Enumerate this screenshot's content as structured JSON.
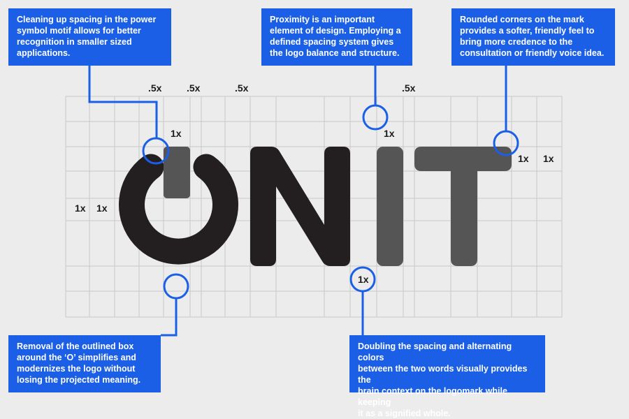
{
  "callouts": {
    "power_symbol": "Cleaning up spacing in the power\nsymbol motif allows for better\nrecognition in smaller sized\napplications.",
    "proximity": "Proximity is an important\nelement of design.  Employing a\ndefined spacing system gives\nthe logo balance and structure.",
    "rounded_corners": "Rounded corners on the mark\nprovides a softer, friendly feel to\nbring more credence to the\nconsultation or friendly voice idea.",
    "outlined_box": "Removal of the outlined box\naround the ‘O’ simplifies and\nmodernizes the logo without\nlosing the projected meaning.",
    "doubling_spacing": "Doubling the spacing and alternating colors\nbetween the two words visually provides the\nbrain context on the logomark while keeping\nit as a signified whole."
  },
  "spacing_labels": {
    "half_a": ".5x",
    "half_b": ".5x",
    "half_c": ".5x",
    "half_d": ".5x",
    "one_power": "1x",
    "one_left_a": "1x",
    "one_left_b": "1x",
    "one_n_gap": "1x",
    "one_t_a": "1x",
    "one_t_b": "1x",
    "one_word_gap": "1x"
  },
  "colors": {
    "background": "#ececec",
    "callout_blue": "#1a5fe6",
    "word_on": "#231f20",
    "word_it": "#555555",
    "grid": "#c8c8c8"
  }
}
